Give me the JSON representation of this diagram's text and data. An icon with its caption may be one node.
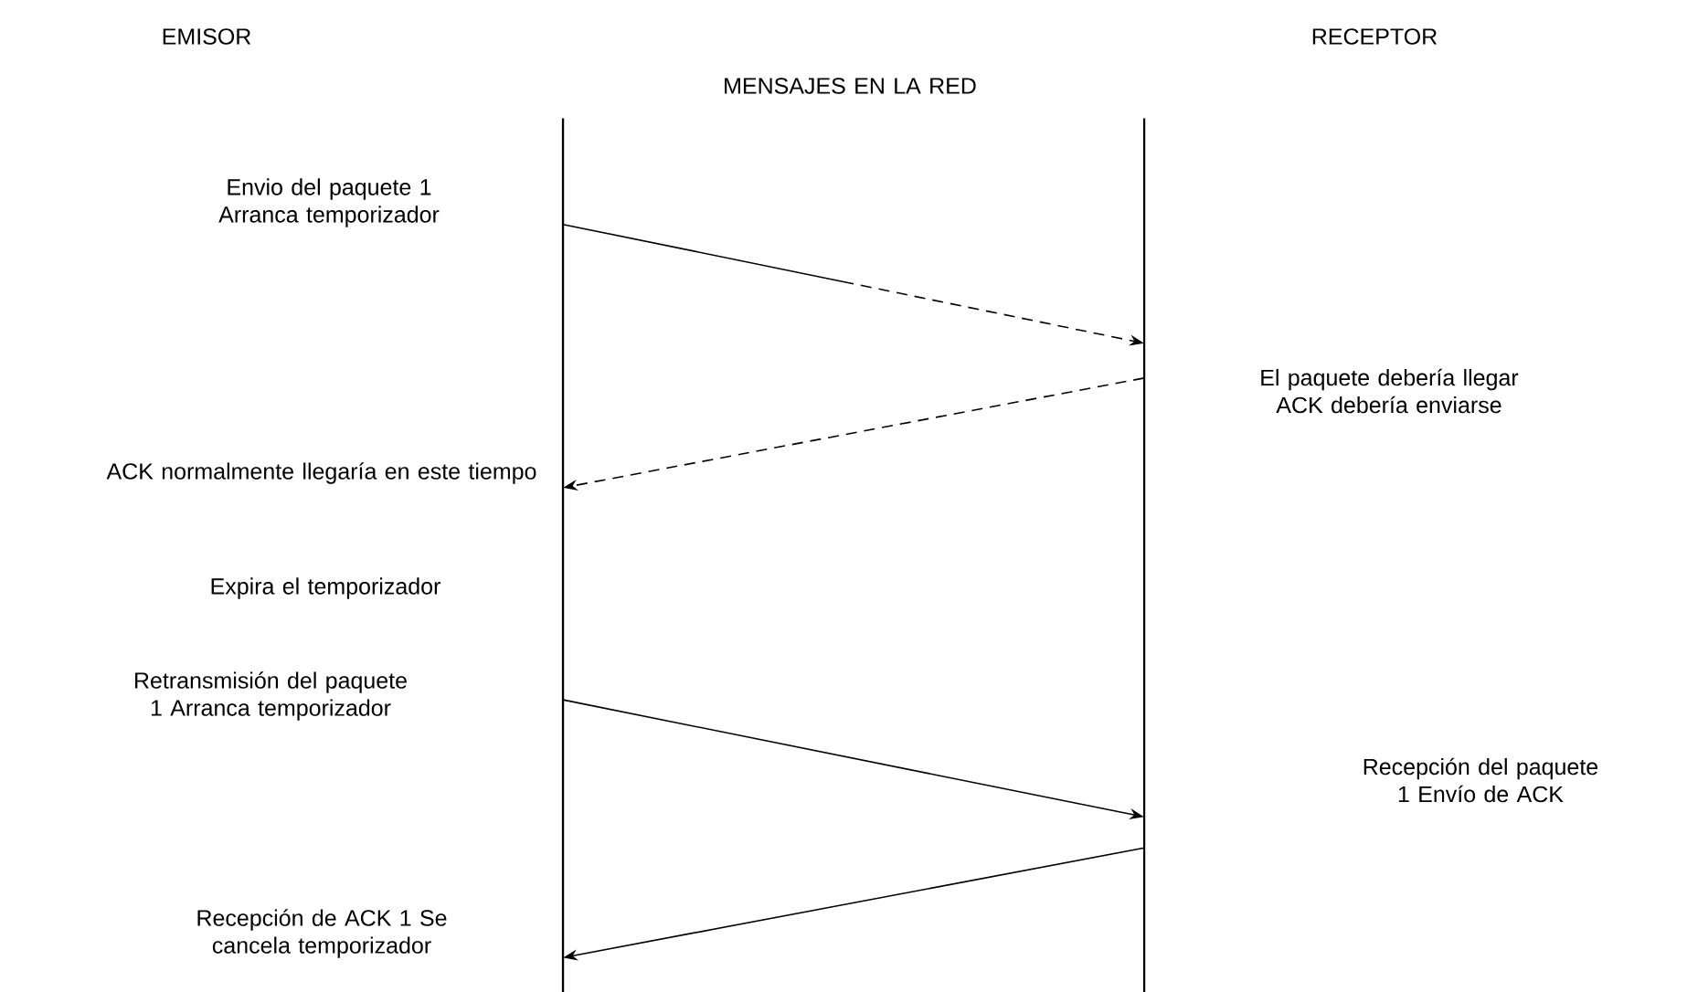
{
  "diagram": {
    "nodes": [
      {
        "text": [
          "EMISOR"
        ]
      },
      {
        "text": [
          "RECEPTOR"
        ]
      }
    ],
    "edges": [
      {
        "from": 0,
        "to": 1,
        "arrow": "to",
        "style": "dashed"
      },
      {
        "from": 1,
        "to": 0,
        "arrow": "to",
        "style": "dashed"
      },
      {
        "from": 0,
        "to": 1,
        "arrow": "to"
      },
      {
        "from": 1,
        "to": 0,
        "arrow": "to"
      }
    ],
    "labels": [
      "MENSAJES EN LA RED",
      "Envio del paquete 1 Arranca temporizador",
      "El paquete debería llegar ACK debería enviarse",
      "ACK normalmente llegaría en este tiempo",
      "Expira el temporizador",
      "Retransmisión del paquete 1 Arranca temporizador",
      "Recepción del paquete 1 Envío de ACK",
      "Recepción de ACK 1 Se cancela temporizador"
    ]
  }
}
